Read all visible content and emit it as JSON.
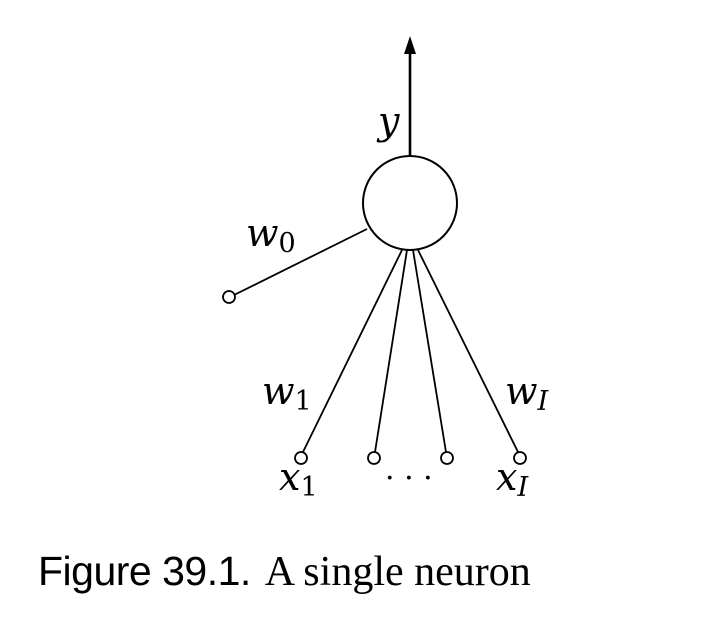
{
  "diagram": {
    "title": "Single neuron model",
    "output": {
      "label": "y"
    },
    "bias": {
      "label": "w",
      "subscript": "0"
    },
    "weights": [
      {
        "label": "w",
        "subscript": "1"
      },
      {
        "label": "w",
        "subscript": "I"
      }
    ],
    "inputs": [
      {
        "label": "x",
        "subscript": "1"
      },
      {
        "label": "x",
        "subscript": "I"
      }
    ],
    "ellipsis": "· · ·",
    "input_count_drawn": 4
  },
  "caption": {
    "label": "Figure 39.1.",
    "text": "A single neuron"
  }
}
